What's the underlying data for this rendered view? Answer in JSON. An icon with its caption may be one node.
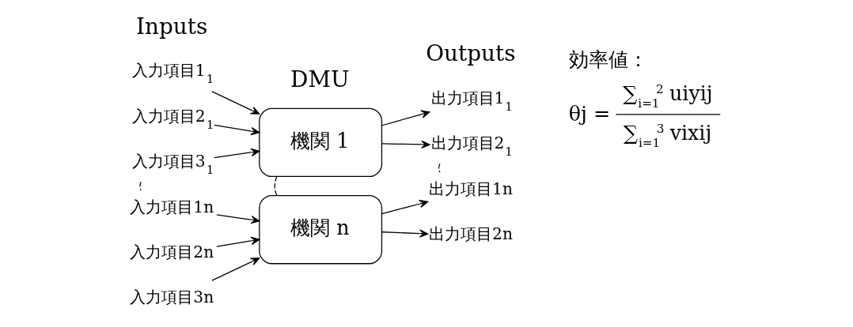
{
  "diagram": {
    "nodes": [
      {
        "text": [
          "入力項目1$_{1}$"
        ]
      },
      {
        "text": [
          "入力項目2$_{1}$"
        ]
      },
      {
        "text": [
          "入力項目3$_{1}$"
        ]
      },
      {
        "text": [
          "機関 1"
        ]
      },
      {
        "text": [
          "出力項目1$_{1}$"
        ]
      },
      {
        "text": [
          "出力項目2$_{1}$"
        ]
      },
      {
        "text": [
          "入力項目1n"
        ]
      },
      {
        "text": [
          "入力項目2n"
        ]
      },
      {
        "text": [
          "入力項目3n"
        ]
      },
      {
        "text": [
          "機関 n"
        ]
      },
      {
        "text": [
          "出力項目1n"
        ]
      },
      {
        "text": [
          "出力項目2n"
        ]
      }
    ],
    "edges": [
      {
        "from": 0,
        "to": 3,
        "arrow": "to"
      },
      {
        "from": 1,
        "to": 3,
        "arrow": "to"
      },
      {
        "from": 2,
        "to": 3,
        "arrow": "to"
      },
      {
        "from": 3,
        "to": 4,
        "arrow": "to"
      },
      {
        "from": 3,
        "to": 5,
        "arrow": "to"
      },
      {
        "from": 6,
        "to": 9,
        "arrow": "to"
      },
      {
        "from": 7,
        "to": 9,
        "arrow": "to"
      },
      {
        "from": 8,
        "to": 9,
        "arrow": "to"
      },
      {
        "from": 9,
        "to": 10,
        "arrow": "to"
      },
      {
        "from": 9,
        "to": 11,
        "arrow": "to"
      },
      {
        "from": 3,
        "to": 9,
        "arrow": "none",
        "style": "dashed"
      },
      {
        "from": 2,
        "to": 6,
        "arrow": "none",
        "style": "dashed"
      },
      {
        "from": 5,
        "to": 10,
        "arrow": "none",
        "style": "dashed"
      }
    ],
    "labels": [
      "Inputs",
      "DMU",
      "Outputs",
      "効率値：",
      "θj =",
      "∑$_{i=1}$$^{2}$ uiyij",
      "∑$_{i=1}$$^{3}$ vixij"
    ]
  }
}
